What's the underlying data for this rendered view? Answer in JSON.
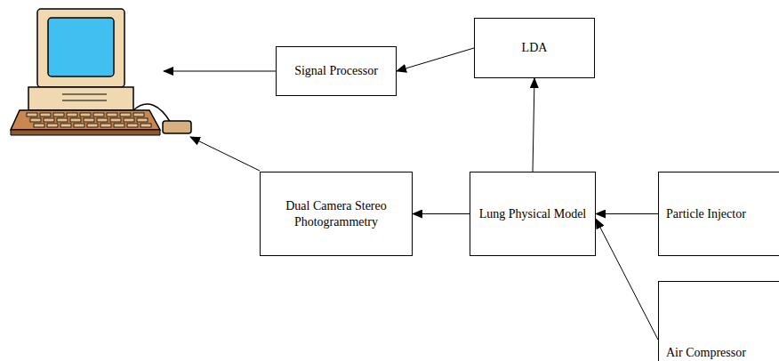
{
  "diagram": {
    "nodes": [
      {
        "text": [
          "Signal Processor"
        ]
      },
      {
        "text": [
          "LDA"
        ]
      },
      {
        "text": [
          "Dual Camera Stereo Photogrammetry"
        ]
      },
      {
        "text": [
          "Lung Physical Model"
        ]
      },
      {
        "text": [
          "Particle Injector"
        ]
      },
      {
        "text": [
          "Air Compressor"
        ]
      }
    ],
    "edges": [
      {
        "from": 1,
        "to": 0,
        "arrow": "to"
      },
      {
        "from": 3,
        "to": 1,
        "arrow": "to"
      },
      {
        "from": 3,
        "to": 2,
        "arrow": "to"
      },
      {
        "from": 4,
        "to": 3,
        "arrow": "to"
      },
      {
        "from": 5,
        "to": 3,
        "arrow": "to"
      }
    ]
  }
}
